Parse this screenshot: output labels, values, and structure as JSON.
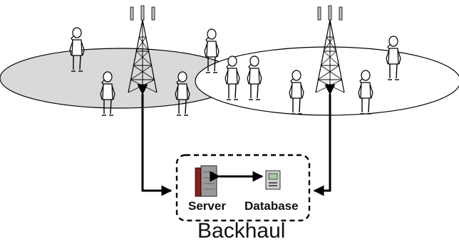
{
  "labels": {
    "server": "Server",
    "database": "Database",
    "backhaul": "Backhaul"
  },
  "colors": {
    "cell_a_fill": "#d9d9d9",
    "cell_b_fill": "#ffffff",
    "line": "#000000",
    "server_red": "#8b1e1e",
    "server_gray": "#9a9a9a",
    "database_screen": "#a7c9a0"
  },
  "nodes": {
    "cells": [
      "cell-a",
      "cell-b"
    ],
    "towers": [
      "tower-a",
      "tower-b"
    ],
    "users": [
      "user",
      "user",
      "user",
      "user",
      "user",
      "user",
      "user",
      "user"
    ]
  }
}
